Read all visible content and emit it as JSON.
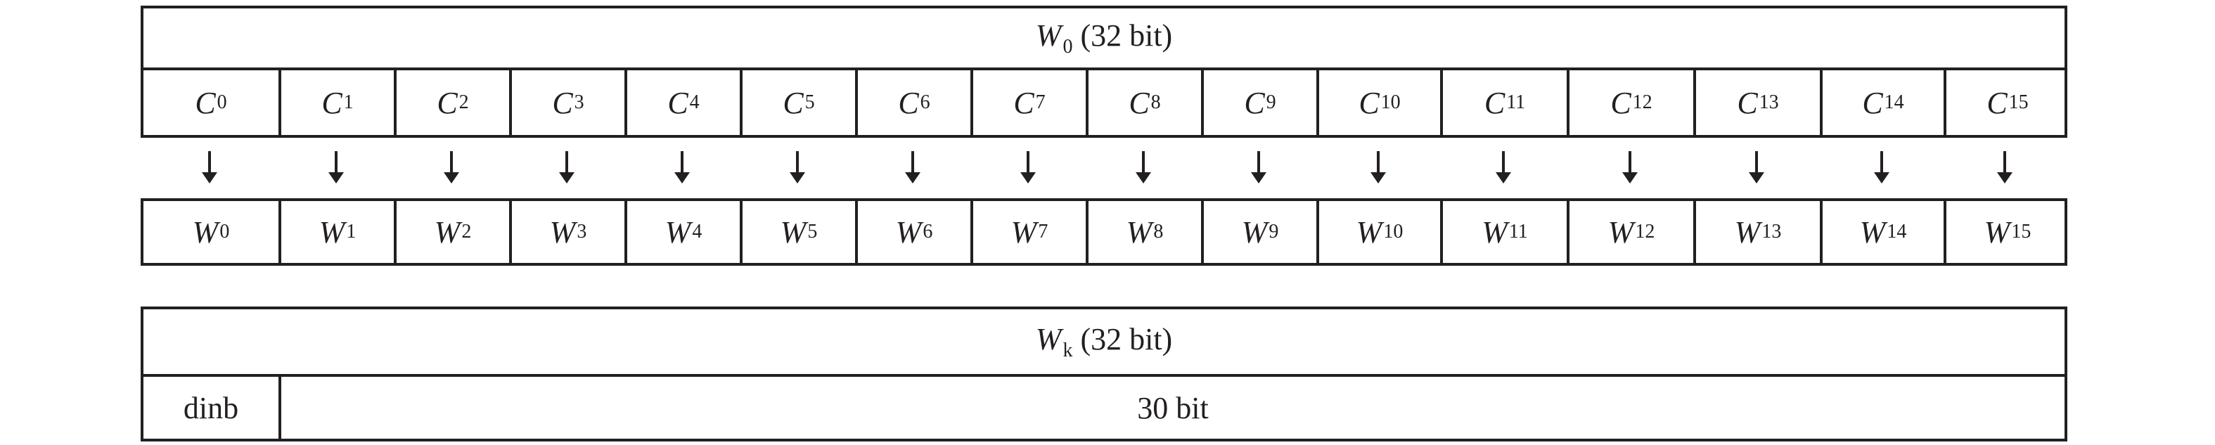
{
  "top_word": {
    "symbol": "W",
    "subscript": "0",
    "suffix": "(32 bit)"
  },
  "chunks": [
    {
      "s": "C",
      "i": "0"
    },
    {
      "s": "C",
      "i": "1"
    },
    {
      "s": "C",
      "i": "2"
    },
    {
      "s": "C",
      "i": "3"
    },
    {
      "s": "C",
      "i": "4"
    },
    {
      "s": "C",
      "i": "5"
    },
    {
      "s": "C",
      "i": "6"
    },
    {
      "s": "C",
      "i": "7"
    },
    {
      "s": "C",
      "i": "8"
    },
    {
      "s": "C",
      "i": "9"
    },
    {
      "s": "C",
      "i": "10"
    },
    {
      "s": "C",
      "i": "11"
    },
    {
      "s": "C",
      "i": "12"
    },
    {
      "s": "C",
      "i": "13"
    },
    {
      "s": "C",
      "i": "14"
    },
    {
      "s": "C",
      "i": "15"
    }
  ],
  "words": [
    {
      "s": "W",
      "i": "0"
    },
    {
      "s": "W",
      "i": "1"
    },
    {
      "s": "W",
      "i": "2"
    },
    {
      "s": "W",
      "i": "3"
    },
    {
      "s": "W",
      "i": "4"
    },
    {
      "s": "W",
      "i": "5"
    },
    {
      "s": "W",
      "i": "6"
    },
    {
      "s": "W",
      "i": "7"
    },
    {
      "s": "W",
      "i": "8"
    },
    {
      "s": "W",
      "i": "9"
    },
    {
      "s": "W",
      "i": "10"
    },
    {
      "s": "W",
      "i": "11"
    },
    {
      "s": "W",
      "i": "12"
    },
    {
      "s": "W",
      "i": "13"
    },
    {
      "s": "W",
      "i": "14"
    },
    {
      "s": "W",
      "i": "15"
    }
  ],
  "bottom_word": {
    "symbol": "W",
    "subscript": "k",
    "suffix": "(32 bit)"
  },
  "bottom_fields": {
    "left": "dinb",
    "right": "30 bit"
  },
  "colors": {
    "stroke": "#231f20",
    "background": "#ffffff"
  }
}
